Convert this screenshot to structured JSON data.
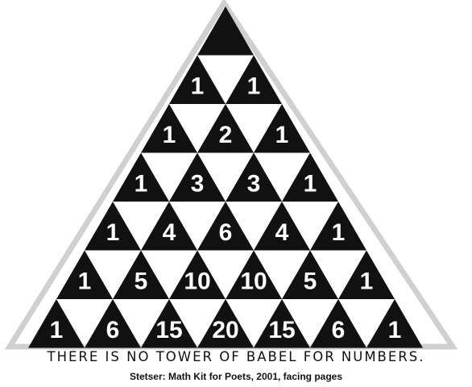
{
  "pascal_triangle": {
    "rows": [
      [
        "1",
        "1"
      ],
      [
        "1",
        "2",
        "1"
      ],
      [
        "1",
        "3",
        "3",
        "1"
      ],
      [
        "1",
        "4",
        "6",
        "4",
        "1"
      ],
      [
        "1",
        "5",
        "10",
        "10",
        "5",
        "1"
      ],
      [
        "1",
        "6",
        "15",
        "20",
        "15",
        "6",
        "1"
      ]
    ]
  },
  "motto": "THERE IS NO TOWER OF BABEL FOR NUMBERS.",
  "caption": "Stetser: Math Kit for Poets, 2001, facing pages",
  "colors": {
    "ink": "#111111",
    "paper": "#ffffff",
    "edge_shadow": "#cfcfcf"
  }
}
